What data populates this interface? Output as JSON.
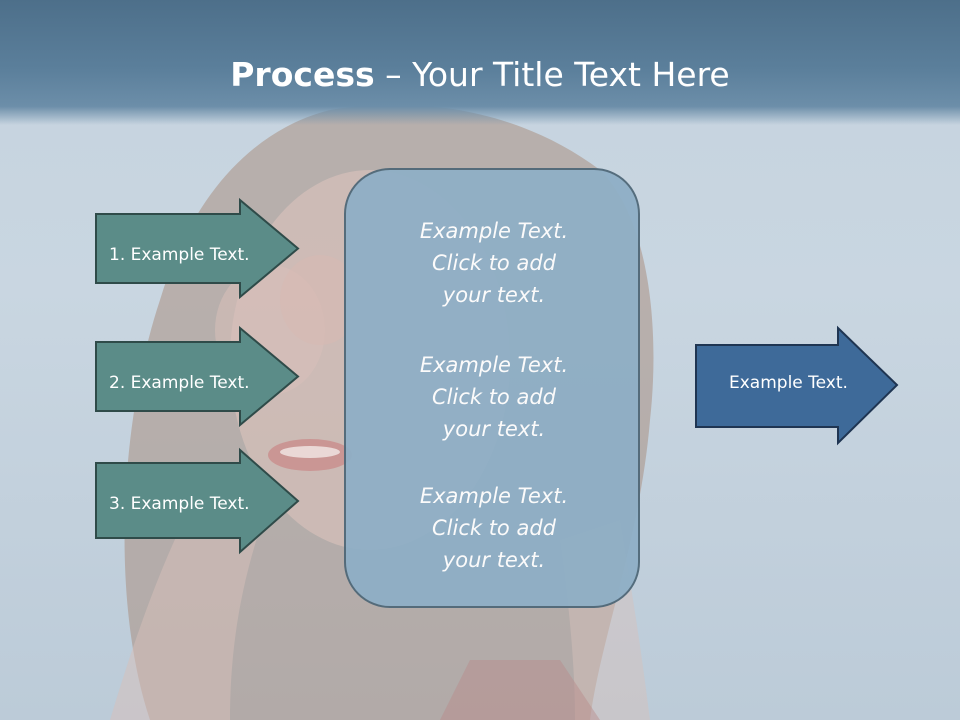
{
  "slide": {
    "title_bold": "Process",
    "title_rest": " – Your Title Text Here"
  },
  "left_arrows": [
    {
      "label": "1. Example Text."
    },
    {
      "label": "2. Example Text."
    },
    {
      "label": "3. Example Text."
    }
  ],
  "center_box": {
    "blocks": [
      {
        "line1": "Example Text.",
        "line2": "Click  to add",
        "line3": "your text."
      },
      {
        "line1": "Example Text.",
        "line2": "Click  to add",
        "line3": "your text."
      },
      {
        "line1": "Example Text.",
        "line2": "Click  to add",
        "line3": "your text."
      }
    ]
  },
  "right_arrow": {
    "label": "Example Text."
  },
  "colors": {
    "header": "#5b7f9b",
    "left_arrow_fill": "#5b8c88",
    "right_arrow_fill": "#3e6a99",
    "center_box_fill": "#8fafc6"
  }
}
